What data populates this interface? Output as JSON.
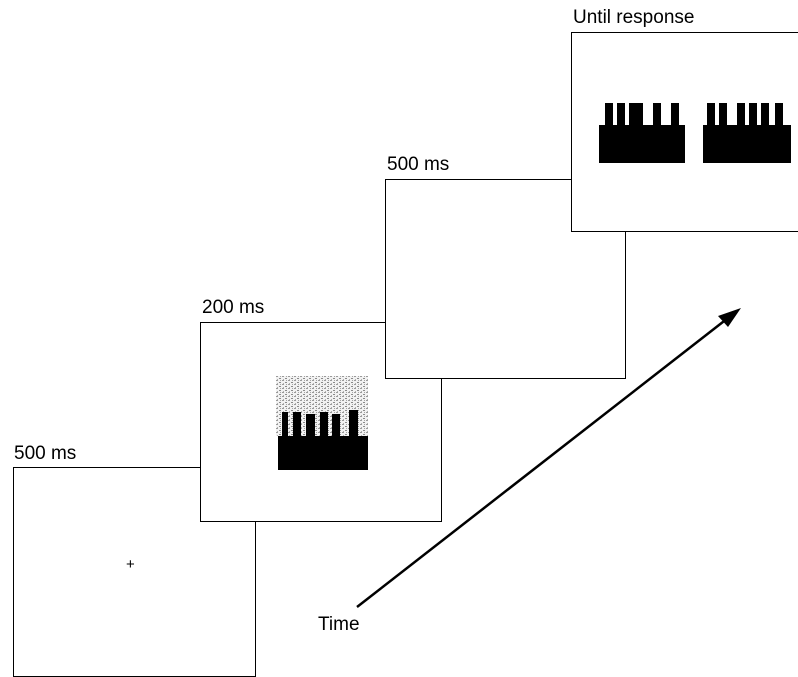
{
  "frames": [
    {
      "label": "500 ms",
      "content": "+"
    },
    {
      "label": "200 ms"
    },
    {
      "label": "500 ms"
    },
    {
      "label": "Until response"
    }
  ],
  "time_label": "Time"
}
